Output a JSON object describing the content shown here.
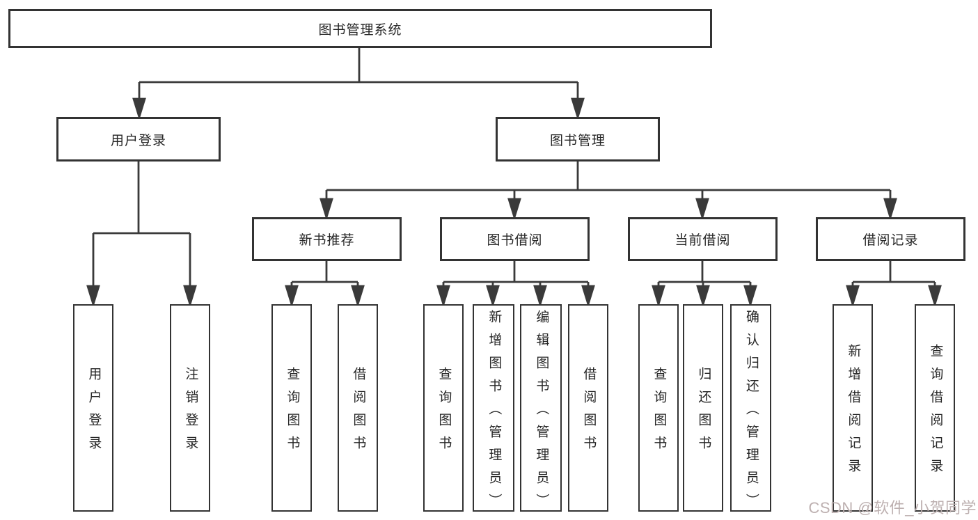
{
  "tree": {
    "root": {
      "label": "图书管理系统"
    },
    "level1": [
      {
        "label": "用户登录",
        "children": [
          {
            "label": "用户登录"
          },
          {
            "label": "注销登录"
          }
        ]
      },
      {
        "label": "图书管理",
        "children": [
          {
            "label": "新书推荐",
            "children": [
              {
                "label": "查询图书"
              },
              {
                "label": "借阅图书"
              }
            ]
          },
          {
            "label": "图书借阅",
            "children": [
              {
                "label": "查询图书"
              },
              {
                "label": "新增图书（管理员）"
              },
              {
                "label": "编辑图书（管理员）"
              },
              {
                "label": "借阅图书"
              }
            ]
          },
          {
            "label": "当前借阅",
            "children": [
              {
                "label": "查询图书"
              },
              {
                "label": "归还图书"
              },
              {
                "label": "确认归还（管理员）"
              }
            ]
          },
          {
            "label": "借阅记录",
            "children": [
              {
                "label": "新增借阅记录"
              },
              {
                "label": "查询借阅记录"
              }
            ]
          }
        ]
      }
    ]
  },
  "watermark": {
    "text": "CSDN @软件_小贺同学",
    "color": "#bdb0b0"
  },
  "style": {
    "line_color": "#3a3a3a",
    "box_border_color": "#333333",
    "box_fill": "#ffffff",
    "text_color": "#262626",
    "background": "#ffffff"
  }
}
